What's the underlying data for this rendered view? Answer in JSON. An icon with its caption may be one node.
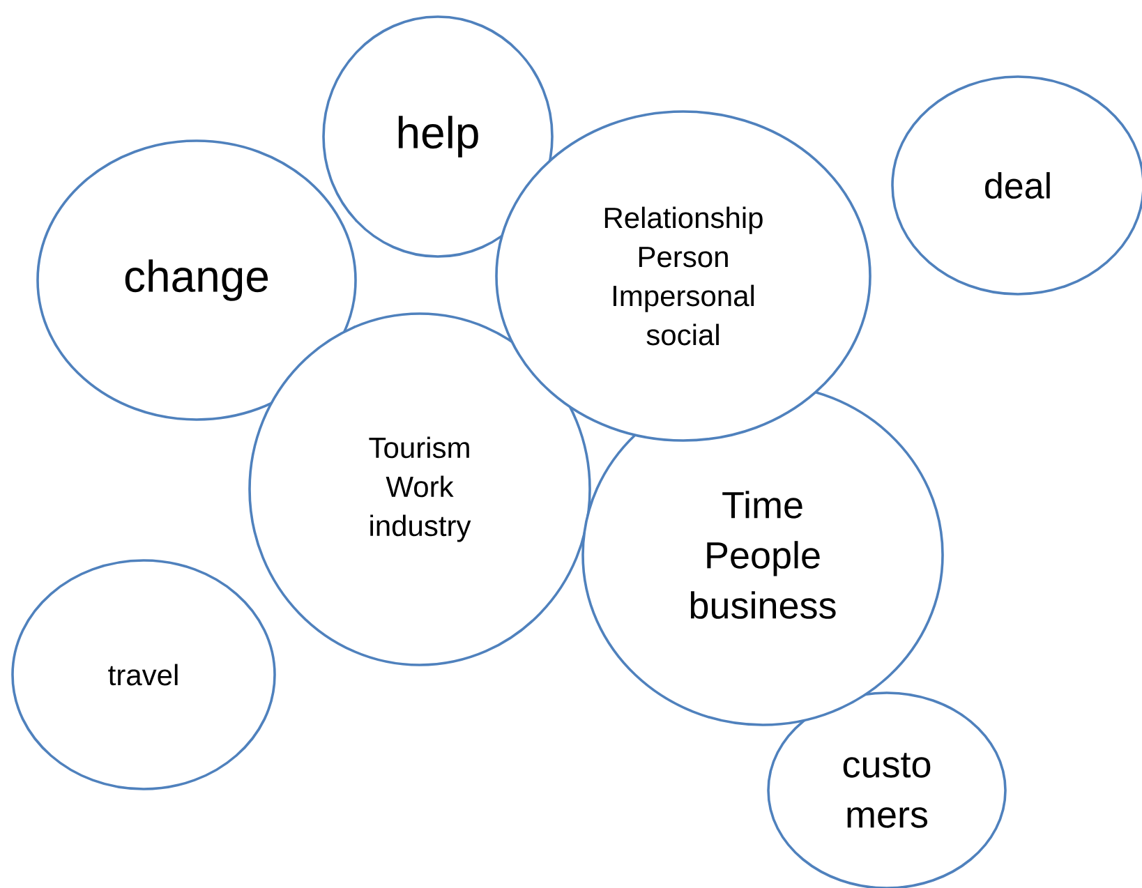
{
  "diagram": {
    "nodes": [
      {
        "text": [
          "help"
        ]
      },
      {
        "text": [
          "deal"
        ]
      },
      {
        "text": [
          "Relationship",
          "Person",
          "Impersonal",
          "social"
        ]
      },
      {
        "text": [
          "change"
        ]
      },
      {
        "text": [
          "Tourism",
          "Work",
          "industry"
        ]
      },
      {
        "text": [
          "Time",
          "People",
          "business"
        ]
      },
      {
        "text": [
          "travel"
        ]
      },
      {
        "text": [
          "custo",
          "mers"
        ]
      }
    ]
  }
}
